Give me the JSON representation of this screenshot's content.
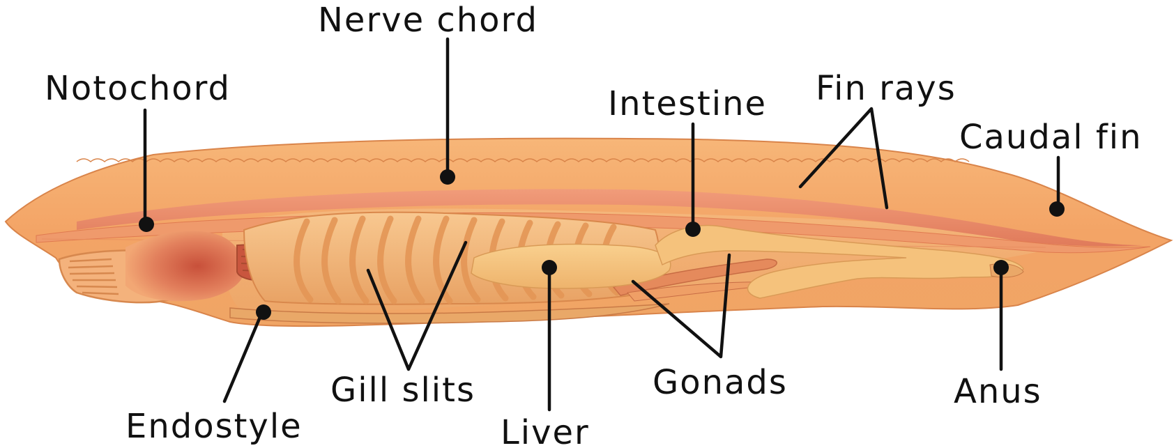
{
  "labels": {
    "nerve_chord": "Nerve chord",
    "notochord": "Notochord",
    "intestine": "Intestine",
    "fin_rays": "Fin rays",
    "caudal_fin": "Caudal fin",
    "endostyle": "Endostyle",
    "gill_slits": "Gill slits",
    "liver": "Liver",
    "gonads": "Gonads",
    "anus": "Anus"
  },
  "colors": {
    "body": "#f5a866",
    "body_outline": "#d9844a",
    "inner_body": "#f0b578",
    "notochord": "#ea8a66",
    "nerve_chord": "#e77a5e",
    "pharynx": "#f2b878",
    "gill_bar": "#e6965c",
    "liver": "#f4c27c",
    "intestine": "#f6c27c",
    "gonads": "#e58a5c",
    "mouth_cirri": "#f3b27a",
    "label_text": "#111111"
  }
}
